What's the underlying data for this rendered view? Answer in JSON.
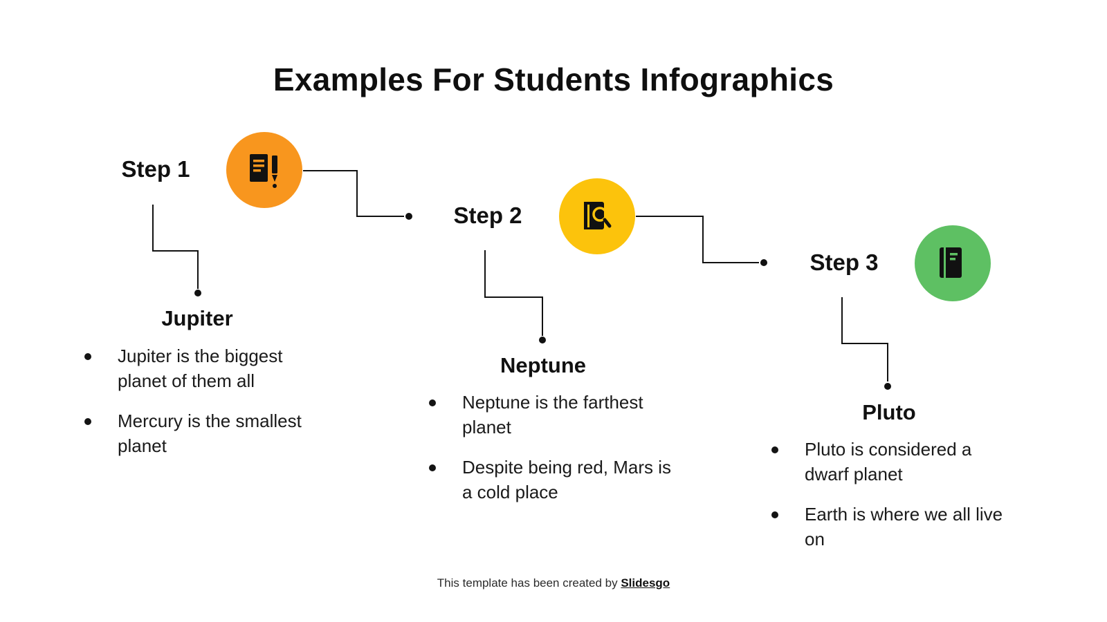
{
  "slide": {
    "title": "Examples For Students Infographics",
    "footer": {
      "text": "This template has been created by ",
      "brand": "Slidesgo"
    }
  },
  "steps": [
    {
      "label": "Step 1",
      "icon": "document-pencil-icon",
      "color": "#F8961E",
      "heading": "Jupiter",
      "bullets": [
        "Jupiter is the biggest planet of them all",
        "Mercury is the smallest planet"
      ]
    },
    {
      "label": "Step 2",
      "icon": "book-magnifier-icon",
      "color": "#FCC30C",
      "heading": "Neptune",
      "bullets": [
        "Neptune is the farthest planet",
        "Despite being red, Mars is a cold place"
      ]
    },
    {
      "label": "Step 3",
      "icon": "book-icon",
      "color": "#5EC063",
      "heading": "Pluto",
      "bullets": [
        "Pluto is considered a dwarf planet",
        "Earth is where we all live on"
      ]
    }
  ]
}
